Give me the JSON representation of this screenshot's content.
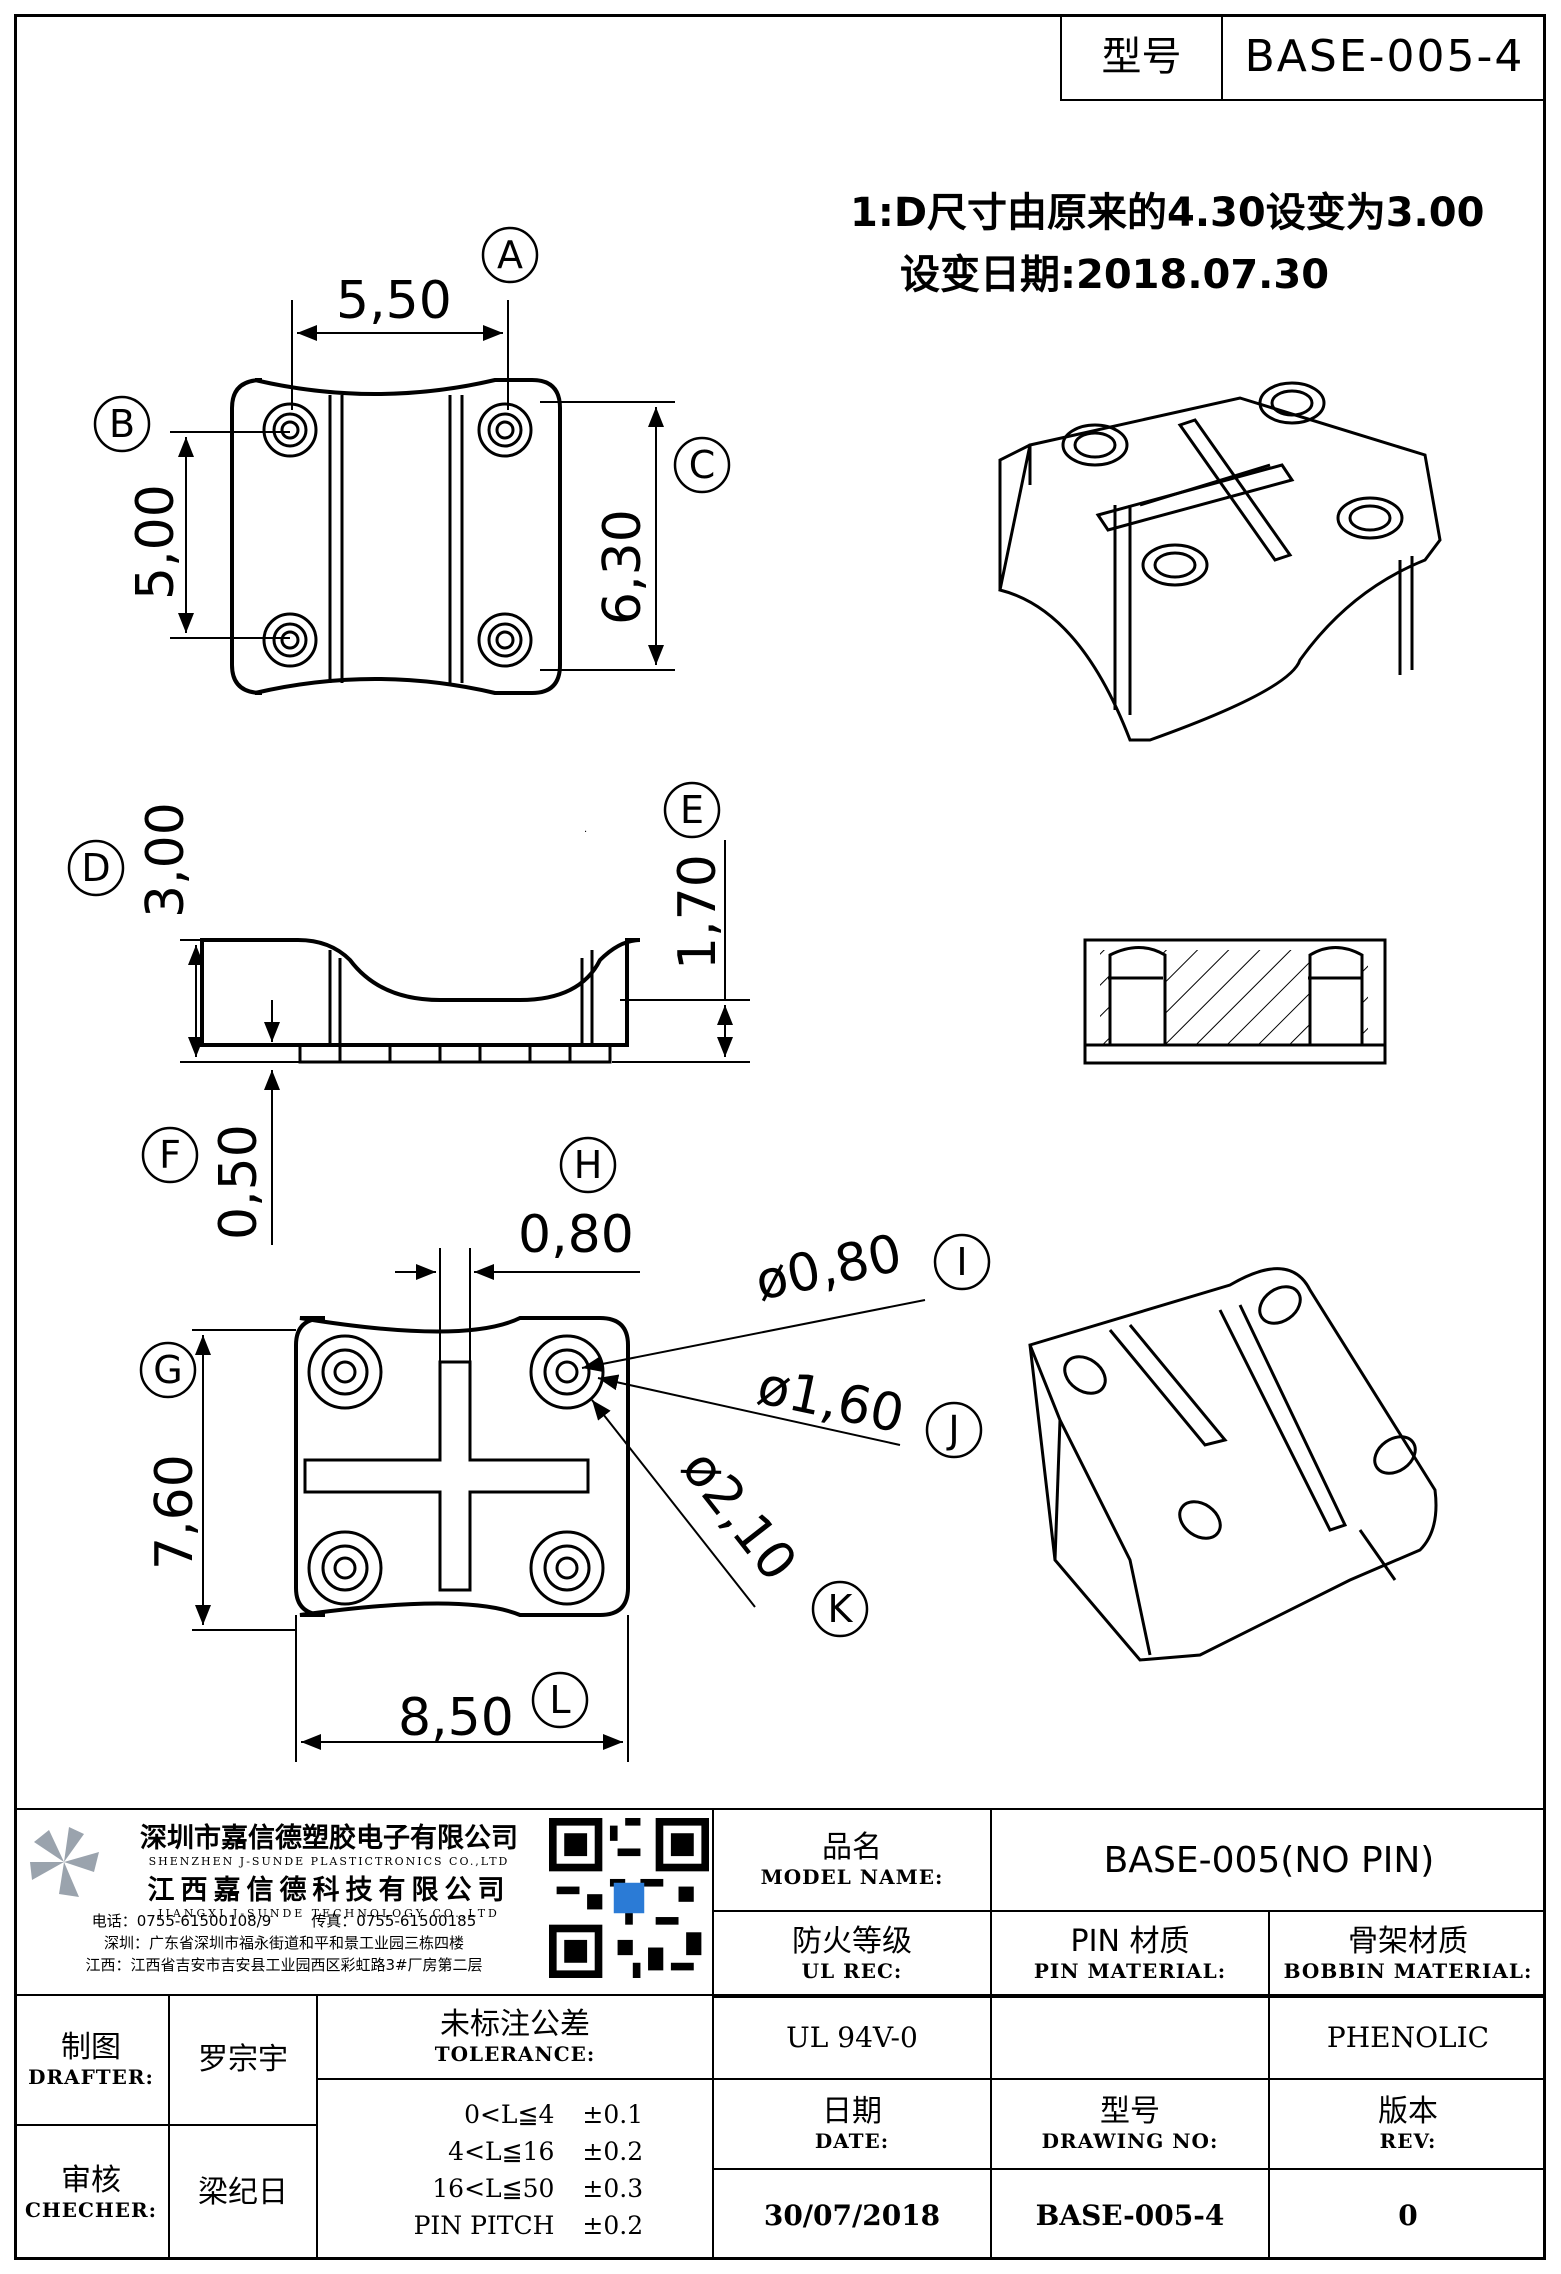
{
  "header": {
    "model_label": "型号",
    "model_value": "BASE-005-4"
  },
  "revision_note": {
    "line1": "1:D尺寸由原来的4.30设变为3.00",
    "line2": "设变日期:2018.07.30"
  },
  "dimensions": {
    "A": {
      "letter": "A",
      "value": "5,50"
    },
    "B": {
      "letter": "B",
      "value": "5,00"
    },
    "C": {
      "letter": "C",
      "value": "6,30"
    },
    "D": {
      "letter": "D",
      "value": "3,00"
    },
    "E": {
      "letter": "E",
      "value": "1,70"
    },
    "F": {
      "letter": "F",
      "value": "0,50"
    },
    "G": {
      "letter": "G",
      "value": "7,60"
    },
    "H": {
      "letter": "H",
      "value": "0,80"
    },
    "I": {
      "letter": "I",
      "value": "ø0,80"
    },
    "J": {
      "letter": "J",
      "value": "ø1,60"
    },
    "K": {
      "letter": "K",
      "value": "ø2,10"
    },
    "L": {
      "letter": "L",
      "value": "8,50"
    }
  },
  "company": {
    "name_cn_1": "深圳市嘉信德塑胶电子有限公司",
    "name_en_1": "SHENZHEN J-SUNDE PLASTICTRONICS CO.,LTD",
    "name_cn_2": "江西嘉信德科技有限公司",
    "name_en_2": "JIANGXI J-SUNDE TECHNOLOGY CO.,LTD",
    "phone": "电话：0755-61500108/9",
    "fax": "传真：0755-61500185",
    "addr_sz": "深圳：广东省深圳市福永街道和平和景工业园三栋四楼",
    "addr_jx": "江西：江西省吉安市吉安县工业园西区彩虹路3#厂房第二层"
  },
  "title_block": {
    "product_name_cn": "品名",
    "product_name_en": "MODEL NAME:",
    "product_name_value": "BASE-005(NO PIN)",
    "ul_cn": "防火等级",
    "ul_en": "UL REC:",
    "pin_mat_cn": "PIN 材质",
    "pin_mat_en": "PIN MATERIAL:",
    "bobbin_mat_cn": "骨架材质",
    "bobbin_mat_en": "BOBBIN MATERIAL:",
    "ul_value": "UL 94V-0",
    "pin_mat_value": "",
    "bobbin_mat_value": "PHENOLIC",
    "drafter_cn": "制图",
    "drafter_en": "DRAFTER:",
    "drafter_name": "罗宗宇",
    "checker_cn": "审核",
    "checker_en": "CHECHER:",
    "checker_name": "梁纪日",
    "tolerance_cn": "未标注公差",
    "tolerance_en": "TOLERANCE:",
    "tolerances": [
      {
        "range": "0<L≦4",
        "value": "±0.1"
      },
      {
        "range": "4<L≦16",
        "value": "±0.2"
      },
      {
        "range": "16<L≦50",
        "value": "±0.3"
      },
      {
        "range": "PIN PITCH",
        "value": "±0.2"
      }
    ],
    "date_cn": "日期",
    "date_en": "DATE:",
    "drawing_no_cn": "型号",
    "drawing_no_en": "DRAWING NO:",
    "rev_cn": "版本",
    "rev_en": "REV:",
    "date_value": "30/07/2018",
    "drawing_no_value": "BASE-005-4",
    "rev_value": "0"
  }
}
